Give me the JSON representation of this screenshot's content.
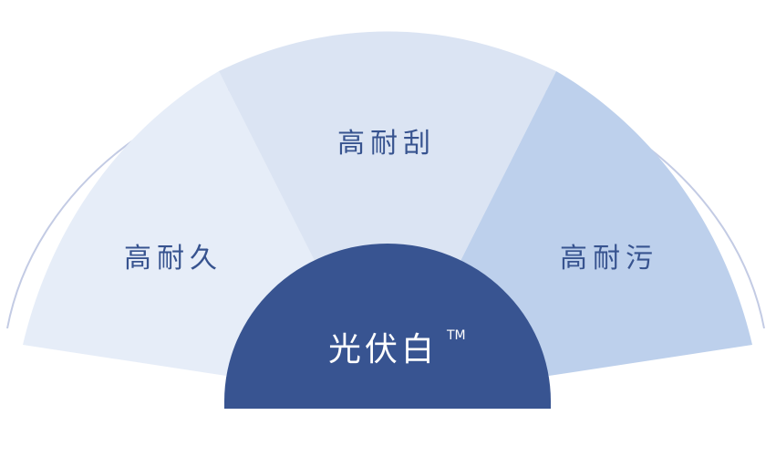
{
  "diagram": {
    "segments": [
      {
        "label": "高耐久",
        "color": "#e6edf8"
      },
      {
        "label": "高耐刮",
        "color": "#dbe4f3"
      },
      {
        "label": "高耐污",
        "color": "#bdd0ec"
      }
    ],
    "center": {
      "label": "光伏白",
      "trademark": "TM",
      "color": "#385491"
    },
    "outline_color": "#c3cbe4"
  }
}
